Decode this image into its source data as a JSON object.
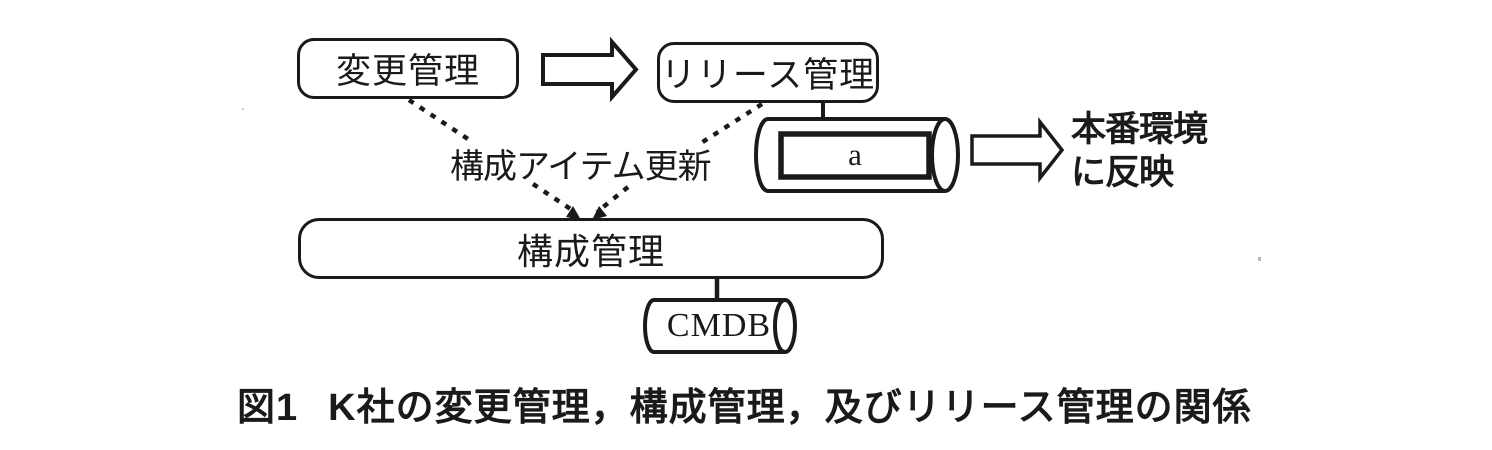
{
  "figure": {
    "nodes": {
      "change_management": "変更管理",
      "release_management": "リリース管理",
      "configuration_management": "構成管理",
      "cmdb": "CMDB",
      "release_unit": "a"
    },
    "labels": {
      "ci_update": "構成アイテム更新",
      "production_line1": "本番環境",
      "production_line2": "に反映"
    },
    "caption": {
      "prefix": "図1",
      "text": "K社の変更管理，構成管理，及びリリース管理の関係"
    },
    "colors": {
      "ink": "#1a1a1a",
      "background": "#ffffff"
    }
  }
}
